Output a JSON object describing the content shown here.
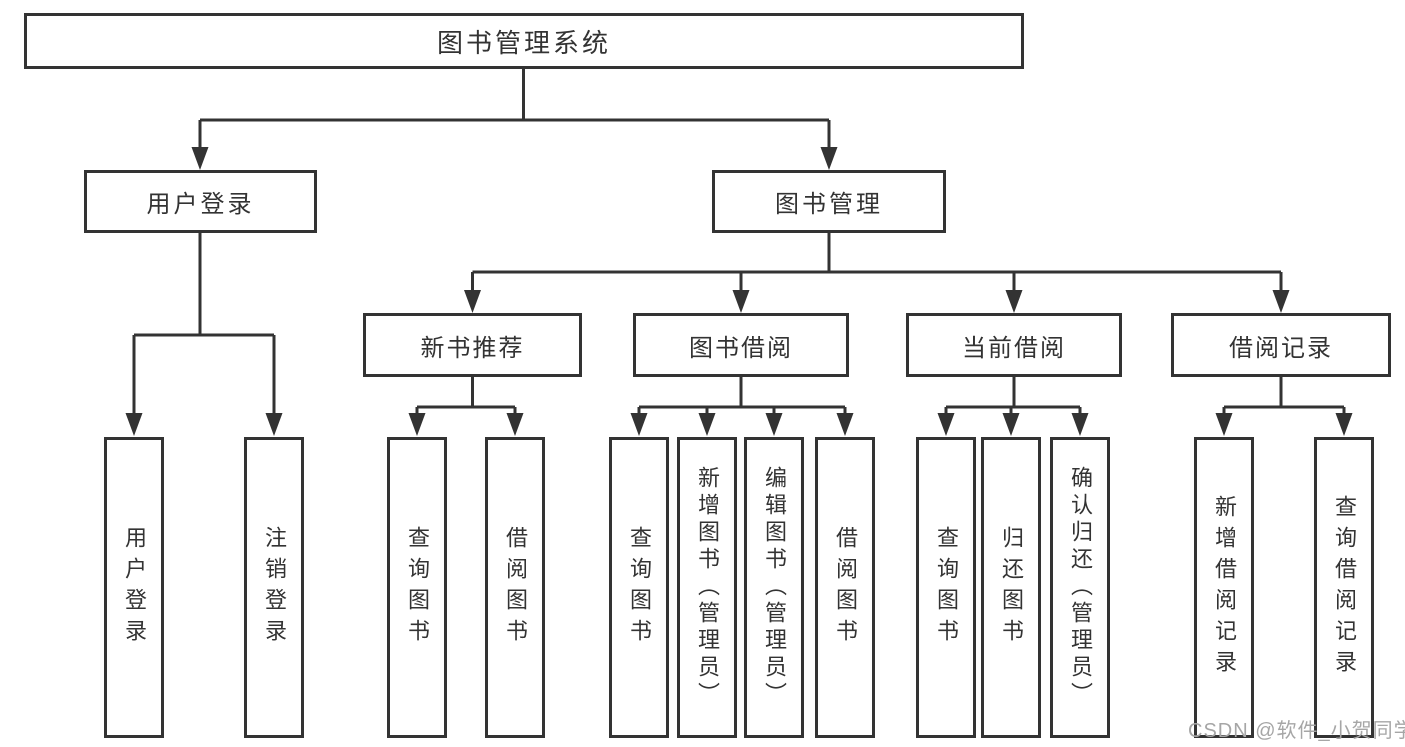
{
  "diagram": {
    "root": {
      "label": "图书管理系统",
      "children": [
        {
          "label": "用户登录",
          "children": [
            {
              "label": "用户登录"
            },
            {
              "label": "注销登录"
            }
          ]
        },
        {
          "label": "图书管理",
          "children": [
            {
              "label": "新书推荐",
              "children": [
                {
                  "label": "查询图书"
                },
                {
                  "label": "借阅图书"
                }
              ]
            },
            {
              "label": "图书借阅",
              "children": [
                {
                  "label": "查询图书"
                },
                {
                  "label": "新增图书（管理员）"
                },
                {
                  "label": "编辑图书（管理员）"
                },
                {
                  "label": "借阅图书"
                }
              ]
            },
            {
              "label": "当前借阅",
              "children": [
                {
                  "label": "查询图书"
                },
                {
                  "label": "归还图书"
                },
                {
                  "label": "确认归还（管理员）"
                }
              ]
            },
            {
              "label": "借阅记录",
              "children": [
                {
                  "label": "新增借阅记录"
                },
                {
                  "label": "查询借阅记录"
                }
              ]
            }
          ]
        }
      ]
    }
  },
  "watermark": {
    "text": "CSDN @软件_小贺同学"
  },
  "colors": {
    "line": "#333333",
    "box_border": "#333333",
    "text": "#333333",
    "watermark": "#a6a6a6",
    "background": "#ffffff"
  }
}
